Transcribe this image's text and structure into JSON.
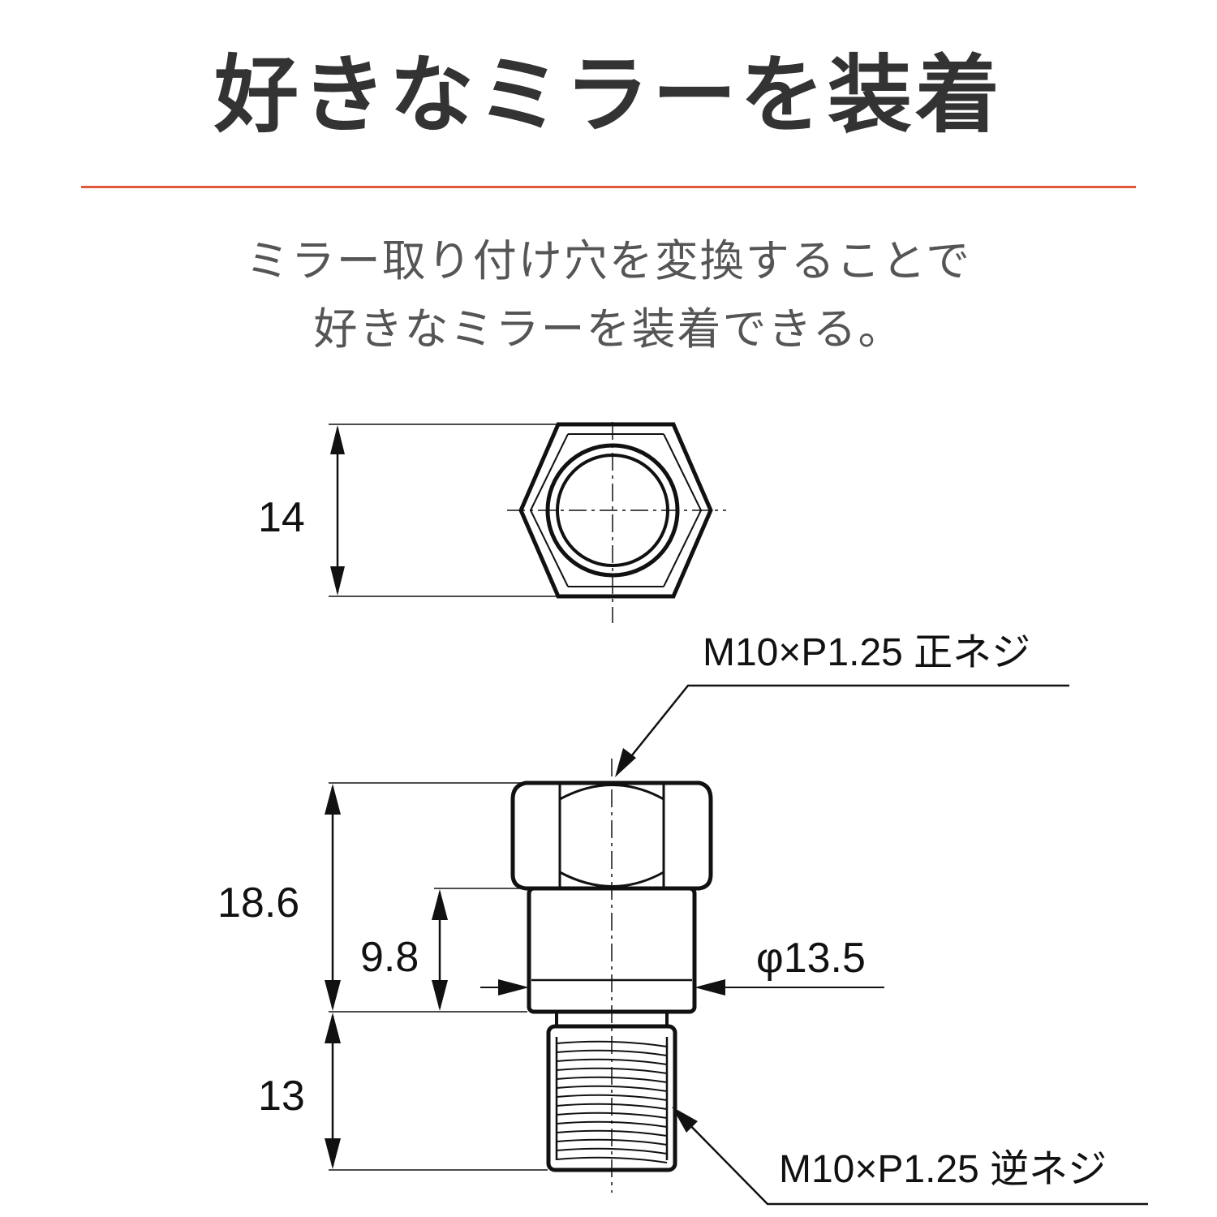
{
  "heading": {
    "title": "好きなミラーを装着",
    "rule_color": "#E0573A"
  },
  "description": {
    "line1": "ミラー取り付け穴を変換することで",
    "line2": "好きなミラーを装着できる。"
  },
  "drawing": {
    "top_view": {
      "hex_height": "14"
    },
    "side_view": {
      "total_height": "18.6",
      "body_height": "9.8",
      "body_diameter": "φ13.5",
      "thread_length": "13",
      "upper_thread": "M10×P1.25 正ネジ",
      "lower_thread": "M10×P1.25 逆ネジ"
    },
    "line_color": "#111111"
  }
}
